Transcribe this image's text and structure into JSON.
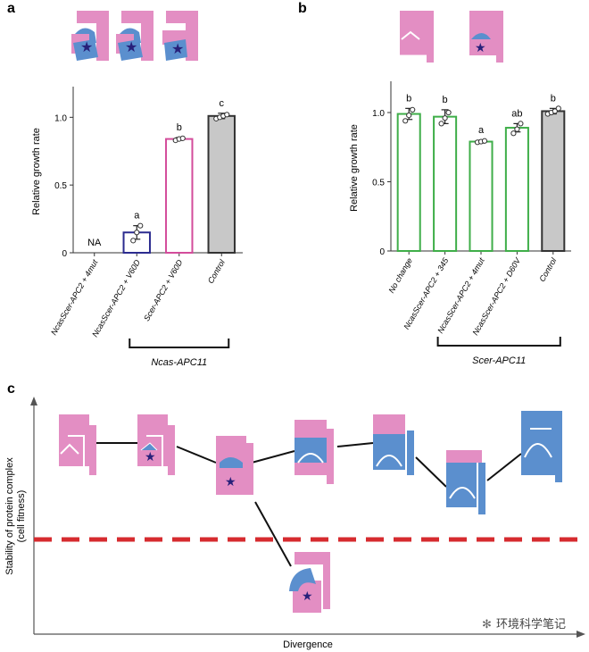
{
  "panels": {
    "a": {
      "letter": "a",
      "group_label": "Ncas-APC11"
    },
    "b": {
      "letter": "b",
      "group_label": "Scer-APC11"
    },
    "c": {
      "letter": "c",
      "ylabel_line1": "Stability of protein complex",
      "ylabel_line2": "(cell fitness)",
      "xlabel": "Divergence"
    }
  },
  "watermark": "环境科学笔记",
  "colors": {
    "pink": "#e38ec3",
    "blue": "#5b8fce",
    "star": "#27207a",
    "red_threshold": "#d62b2f",
    "axis": "#555555",
    "control_fill": "#c8c8c8",
    "navy": "#2b2b8f",
    "magenta": "#d34c9b",
    "green": "#3fae49"
  },
  "chart_data": [
    {
      "panel": "a",
      "type": "bar",
      "ylabel": "Relative growth rate",
      "ylim": [
        0,
        1.2
      ],
      "yticks": [
        "0",
        "0.5",
        "1.0"
      ],
      "categories": [
        "NcasScer-APC2 + 4mut",
        "NcasScer-APC2 + V60D",
        "Scer-APC2 + V60D",
        "Control"
      ],
      "values": [
        null,
        0.15,
        0.84,
        1.01
      ],
      "errors": [
        null,
        0.05,
        0.01,
        0.02
      ],
      "points": [
        [],
        [
          0.09,
          0.15,
          0.2
        ],
        [
          0.83,
          0.84,
          0.845
        ],
        [
          0.99,
          1.0,
          1.01,
          1.02
        ]
      ],
      "significance": [
        "NA",
        "a",
        "b",
        "c"
      ],
      "outline_colors": [
        "#2b2b8f",
        "#2b2b8f",
        "#d34c9b",
        "#333333"
      ],
      "fills": [
        "none",
        "none",
        "none",
        "#c8c8c8"
      ],
      "bracket": {
        "from": 1,
        "to": 3
      }
    },
    {
      "panel": "b",
      "type": "bar",
      "ylabel": "Relative growth rate",
      "ylim": [
        0,
        1.2
      ],
      "yticks": [
        "0",
        "0.5",
        "1.0"
      ],
      "categories": [
        "No change",
        "NcasScer-APC2 + 345",
        "NcasScer-APC2 + 4mut",
        "NcasScer-APC2 + D60V",
        "Control"
      ],
      "values": [
        0.99,
        0.97,
        0.79,
        0.89,
        1.01
      ],
      "errors": [
        0.04,
        0.05,
        0.01,
        0.03,
        0.02
      ],
      "points": [
        [
          0.94,
          0.98,
          1.02
        ],
        [
          0.92,
          0.96,
          1.0
        ],
        [
          0.785,
          0.79,
          0.795
        ],
        [
          0.85,
          0.88,
          0.92
        ],
        [
          0.99,
          1.0,
          1.01,
          1.03
        ]
      ],
      "significance": [
        "b",
        "b",
        "a",
        "ab",
        "b"
      ],
      "outline_colors": [
        "#3fae49",
        "#3fae49",
        "#3fae49",
        "#3fae49",
        "#333333"
      ],
      "fills": [
        "none",
        "none",
        "none",
        "none",
        "#c8c8c8"
      ],
      "bracket": {
        "from": 1,
        "to": 4
      }
    },
    {
      "panel": "c",
      "type": "line",
      "xlabel": "Divergence",
      "ylabel": "Stability of protein complex (cell fitness)",
      "x": [
        1,
        2,
        3,
        4,
        5,
        6,
        7
      ],
      "y": [
        0.71,
        0.71,
        0.67,
        0.71,
        0.71,
        0.59,
        0.79
      ],
      "branch": {
        "from_index": 2,
        "y": 0.18
      },
      "threshold": 0.46
    }
  ]
}
